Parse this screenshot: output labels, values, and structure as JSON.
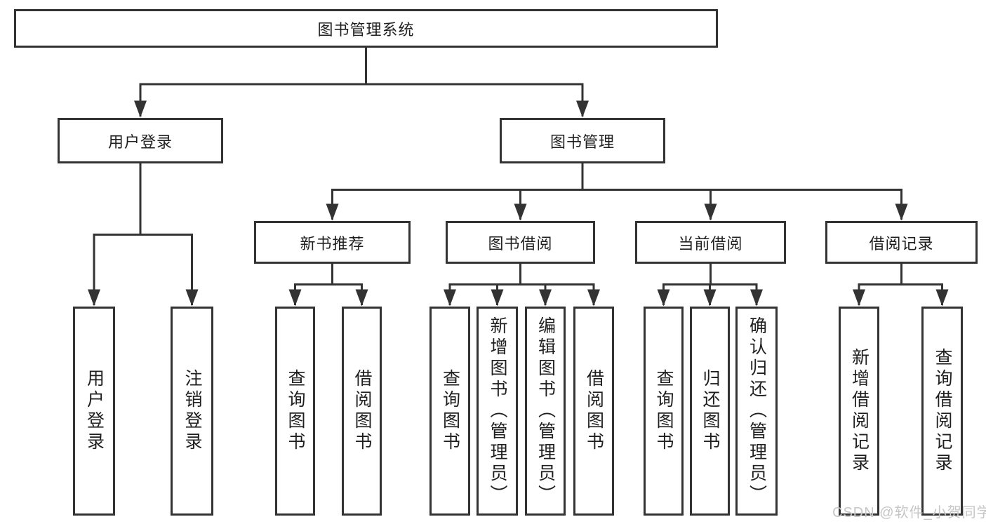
{
  "nodes": {
    "root": {
      "label": "图书管理系统"
    },
    "level2": [
      {
        "label": "用户登录"
      },
      {
        "label": "图书管理"
      }
    ],
    "level3": [
      {
        "label": "新书推荐"
      },
      {
        "label": "图书借阅"
      },
      {
        "label": "当前借阅"
      },
      {
        "label": "借阅记录"
      }
    ],
    "leaves": {
      "user_login": [
        {
          "label": "用户登录"
        },
        {
          "label": "注销登录"
        }
      ],
      "new_book_recommendation": [
        {
          "label": "查询图书"
        },
        {
          "label": "借阅图书"
        }
      ],
      "book_borrowing": [
        {
          "label": "查询图书"
        },
        {
          "label": "新增图书（管理员）"
        },
        {
          "label": "编辑图书（管理员）"
        },
        {
          "label": "借阅图书"
        }
      ],
      "current_borrowing": [
        {
          "label": "查询图书"
        },
        {
          "label": "归还图书"
        },
        {
          "label": "确认归还（管理员）"
        }
      ],
      "borrowing_records": [
        {
          "label": "新增借阅记录"
        },
        {
          "label": "查询借阅记录"
        }
      ]
    }
  },
  "watermark": "CSDN @软件_小贺同学",
  "colors": {
    "line": "#333333",
    "border": "#333333",
    "text": "#1f1f1f",
    "background": "#ffffff",
    "watermark": "#c6c6c6"
  }
}
